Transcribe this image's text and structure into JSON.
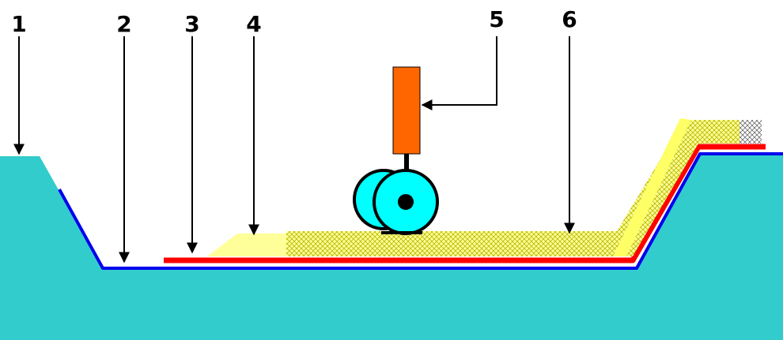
{
  "diagram": {
    "labels": [
      "1",
      "2",
      "3",
      "4",
      "5",
      "6"
    ]
  },
  "colors": {
    "ground": "#33CCCC",
    "membrane": "#0000EE",
    "liner": "#FF0000",
    "fill_layer": "#FFFF99",
    "hatch": "#B8B800",
    "machine_body": "#FF6600",
    "roller": "#00FFFF",
    "outline": "#000000"
  }
}
